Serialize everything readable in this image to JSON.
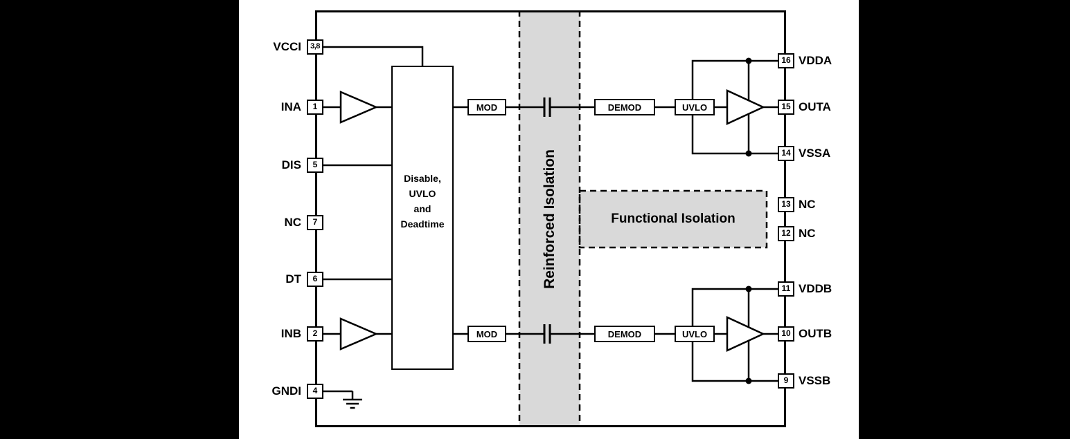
{
  "pins": {
    "left": [
      {
        "label": "VCCI",
        "number": "3,8"
      },
      {
        "label": "INA",
        "number": "1"
      },
      {
        "label": "DIS",
        "number": "5"
      },
      {
        "label": "NC",
        "number": "7"
      },
      {
        "label": "DT",
        "number": "6"
      },
      {
        "label": "INB",
        "number": "2"
      },
      {
        "label": "GNDI",
        "number": "4"
      }
    ],
    "right": [
      {
        "label": "VDDA",
        "number": "16"
      },
      {
        "label": "OUTA",
        "number": "15"
      },
      {
        "label": "VSSA",
        "number": "14"
      },
      {
        "label": "NC",
        "number": "13"
      },
      {
        "label": "NC",
        "number": "12"
      },
      {
        "label": "VDDB",
        "number": "11"
      },
      {
        "label": "OUTB",
        "number": "10"
      },
      {
        "label": "VSSB",
        "number": "9"
      }
    ]
  },
  "blocks": {
    "control": {
      "lines": [
        "Disable,",
        "UVLO",
        "and",
        "Deadtime"
      ]
    },
    "mod_a": "MOD",
    "demod_a": "DEMOD",
    "uvlo_a": "UVLO",
    "mod_b": "MOD",
    "demod_b": "DEMOD",
    "uvlo_b": "UVLO"
  },
  "labels": {
    "reinforced_isolation": "Reinforced Isolation",
    "functional_isolation": "Functional Isolation"
  },
  "colors": {
    "background": "#000000",
    "panel": "#ffffff",
    "line": "#000000",
    "isolation_fill": "#d9d9d9"
  }
}
